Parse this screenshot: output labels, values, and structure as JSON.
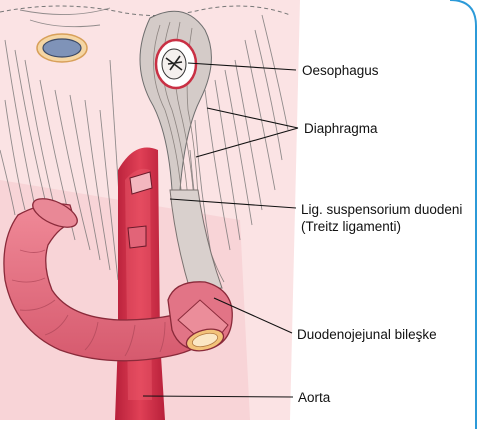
{
  "labels": {
    "oesophagus": "Oesophagus",
    "diaphragma": "Diaphragma",
    "ligament_line1": "Lig. suspensorium duodeni",
    "ligament_line2": "(Treitz ligamenti)",
    "duodenojejunal": "Duodenojejunal bileşke",
    "aorta": "Aorta"
  },
  "colors": {
    "background_pink": "#f7d4d6",
    "diaphragm_fiber": "#6e6e6e",
    "aorta_red": "#d8344a",
    "duodenum_pink": "#e06a7c",
    "duodenum_outline": "#8a2a3a",
    "ligament_gray": "#c9c0bd",
    "opening_blue": "#7f93b8",
    "opening_rim": "#f2c27a",
    "frame_blue": "#2c9ad8"
  }
}
